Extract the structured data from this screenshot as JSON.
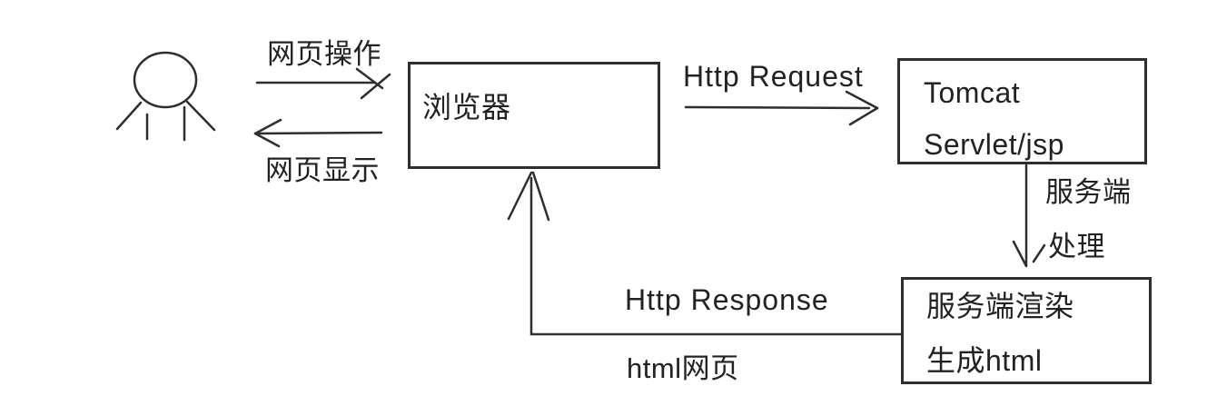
{
  "colors": {
    "background": "#ffffff",
    "line": "#2e2e2e",
    "text": "#222222"
  },
  "nodes": {
    "browser": {
      "label": "浏览器"
    },
    "tomcat": {
      "line1": "Tomcat",
      "line2": "Servlet/jsp"
    },
    "ssr": {
      "line1": "服务端渲染",
      "line2": "生成html"
    }
  },
  "edges": {
    "user_to_browser": {
      "label": "网页操作"
    },
    "browser_to_user": {
      "label": "网页显示"
    },
    "browser_to_tomcat": {
      "label": "Http Request"
    },
    "tomcat_to_ssr": {
      "line1": "服务端",
      "line2": "处理"
    },
    "ssr_to_browser": {
      "line1": "Http Response",
      "line2": "html网页"
    }
  }
}
